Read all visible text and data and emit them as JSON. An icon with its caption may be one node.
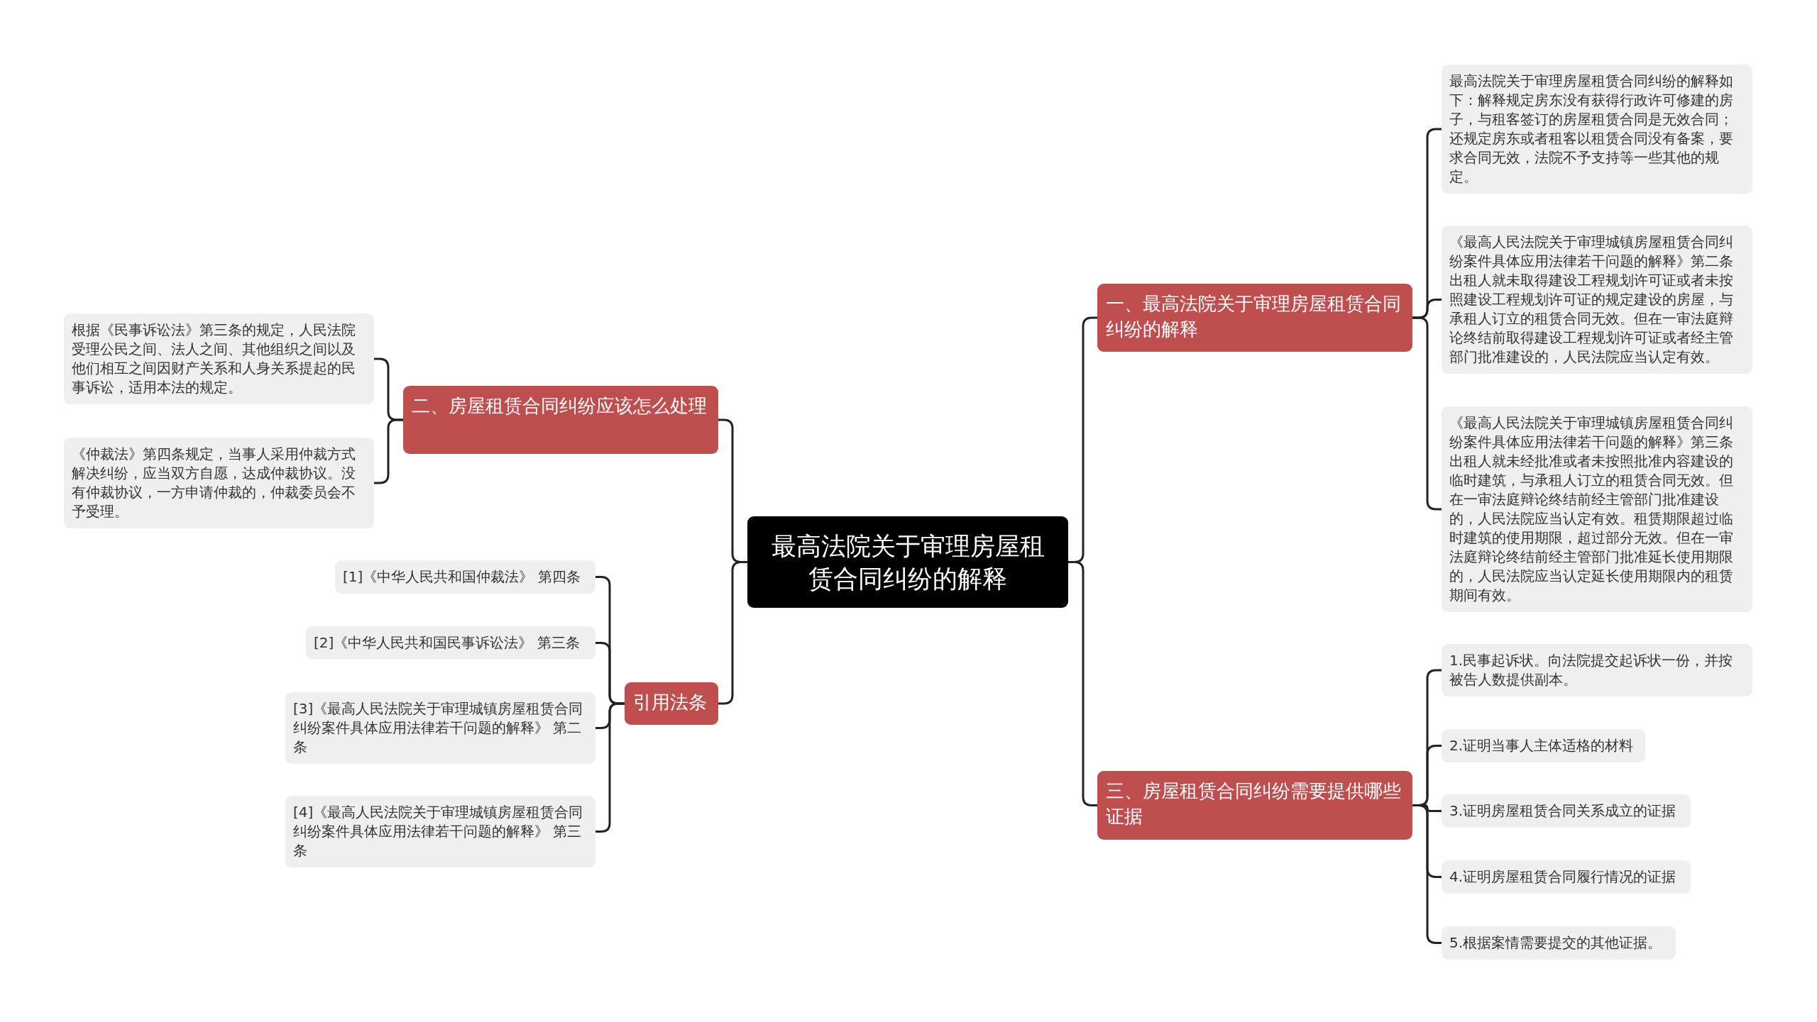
{
  "diagram": {
    "nodes": [
      {
        "text": [
          "最高法院关于审理房屋租赁合同纠纷的解释"
        ]
      },
      {
        "text": [
          "一、最高法院关于审理房屋租赁合同纠纷的解释"
        ]
      },
      {
        "text": [
          "最高法院关于审理房屋租赁合同纠纷的解释如下：解释规定房东没有获得行政许可修建的房子，与租客签订的房屋租赁合同是无效合同；还规定房东或者租客以租赁合同没有备案，要求合同无效，法院不予支持等一些其他的规定。"
        ]
      },
      {
        "text": [
          "《最高人民法院关于审理城镇房屋租赁合同纠纷案件具体应用法律若干问题的解释》第二条出租人就未取得建设工程规划许可证或者未按照建设工程规划许可证的规定建设的房屋，与承租人订立的租赁合同无效。但在一审法庭辩论终结前取得建设工程规划许可证或者经主管部门批准建设的，人民法院应当认定有效。"
        ]
      },
      {
        "text": [
          "《最高人民法院关于审理城镇房屋租赁合同纠纷案件具体应用法律若干问题的解释》第三条出租人就未经批准或者未按照批准内容建设的临时建筑，与承租人订立的租赁合同无效。但在一审法庭辩论终结前经主管部门批准建设的，人民法院应当认定有效。租赁期限超过临时建筑的使用期限，超过部分无效。但在一审法庭辩论终结前经主管部门批准延长使用期限的，人民法院应当认定延长使用期限内的租赁期间有效。"
        ]
      },
      {
        "text": [
          "三、房屋租赁合同纠纷需要提供哪些证据"
        ]
      },
      {
        "text": [
          "1.民事起诉状。向法院提交起诉状一份，并按被告人数提供副本。"
        ]
      },
      {
        "text": [
          "2.证明当事人主体适格的材料"
        ]
      },
      {
        "text": [
          "3.证明房屋租赁合同关系成立的证据"
        ]
      },
      {
        "text": [
          "4.证明房屋租赁合同履行情况的证据"
        ]
      },
      {
        "text": [
          "5.根据案情需要提交的其他证据。"
        ]
      },
      {
        "text": [
          "二、房屋租赁合同纠纷应该怎么处理"
        ]
      },
      {
        "text": [
          "根据《民事诉讼法》第三条的规定，人民法院受理公民之间、法人之间、其他组织之间以及他们相互之间因财产关系和人身关系提起的民事诉讼，适用本法的规定。"
        ]
      },
      {
        "text": [
          "《仲裁法》第四条规定，当事人采用仲裁方式解决纠纷，应当双方自愿，达成仲裁协议。没有仲裁协议，一方申请仲裁的，仲裁委员会不予受理。"
        ]
      },
      {
        "text": [
          "引用法条"
        ]
      },
      {
        "text": [
          "[1]《中华人民共和国仲裁法》 第四条"
        ]
      },
      {
        "text": [
          "[2]《中华人民共和国民事诉讼法》 第三条"
        ]
      },
      {
        "text": [
          "[3]《最高人民法院关于审理城镇房屋租赁合同纠纷案件具体应用法律若干问题的解释》 第二条"
        ]
      },
      {
        "text": [
          "[4]《最高人民法院关于审理城镇房屋租赁合同纠纷案件具体应用法律若干问题的解释》 第三条"
        ]
      }
    ],
    "edges": [
      {
        "from": 0,
        "to": 1,
        "arrow": "none"
      },
      {
        "from": 1,
        "to": 2,
        "arrow": "none"
      },
      {
        "from": 1,
        "to": 3,
        "arrow": "none"
      },
      {
        "from": 1,
        "to": 4,
        "arrow": "none"
      },
      {
        "from": 0,
        "to": 5,
        "arrow": "none"
      },
      {
        "from": 5,
        "to": 6,
        "arrow": "none"
      },
      {
        "from": 5,
        "to": 7,
        "arrow": "none"
      },
      {
        "from": 5,
        "to": 8,
        "arrow": "none"
      },
      {
        "from": 5,
        "to": 9,
        "arrow": "none"
      },
      {
        "from": 5,
        "to": 10,
        "arrow": "none"
      },
      {
        "from": 0,
        "to": 11,
        "arrow": "none"
      },
      {
        "from": 11,
        "to": 12,
        "arrow": "none"
      },
      {
        "from": 11,
        "to": 13,
        "arrow": "none"
      },
      {
        "from": 0,
        "to": 14,
        "arrow": "none"
      },
      {
        "from": 14,
        "to": 15,
        "arrow": "none"
      },
      {
        "from": 14,
        "to": 16,
        "arrow": "none"
      },
      {
        "from": 14,
        "to": 17,
        "arrow": "none"
      },
      {
        "from": 14,
        "to": 18,
        "arrow": "none"
      }
    ]
  }
}
